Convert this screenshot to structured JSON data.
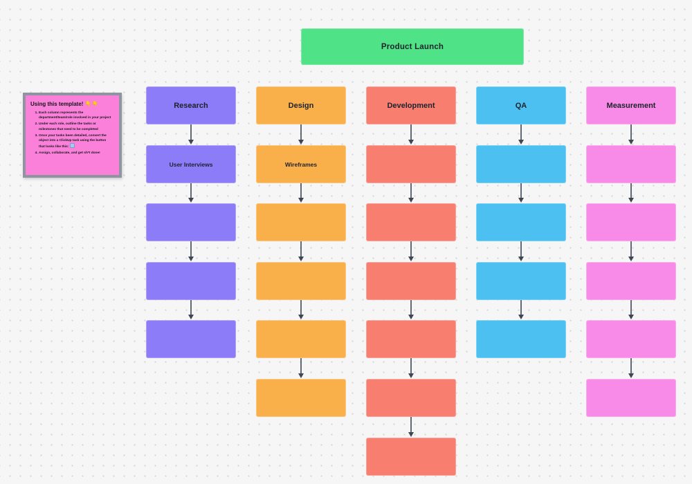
{
  "board": {
    "background_color": "#f6f6f7",
    "dot_grid_color": "#d7d7da",
    "arrow_color": "#3e4653",
    "text_color": "#1e222b"
  },
  "title_card": {
    "label": "Product Launch",
    "color": "#50e287"
  },
  "sticky_note": {
    "title": "Using this template! 👇👇",
    "fill_color": "#fb80d9",
    "frame_color": "#8e95a1",
    "items": [
      "Each column represents the department/team/role involved in your project",
      "Under each role, outline the tasks or milestones that need to be completed",
      "Once your tasks been detailed, convert the object into a ClickUp task using the button that looks like this:",
      "Assign, collaborate, and get sh*t done!"
    ]
  },
  "columns": [
    {
      "label": "Research",
      "color": "#8c7cf8",
      "boxes": [
        "Research",
        "User Interviews",
        "",
        "",
        ""
      ]
    },
    {
      "label": "Design",
      "color": "#f9b04b",
      "boxes": [
        "Design",
        "Wireframes",
        "",
        "",
        "",
        ""
      ]
    },
    {
      "label": "Development",
      "color": "#f87e70",
      "boxes": [
        "Development",
        "",
        "",
        "",
        "",
        "",
        ""
      ]
    },
    {
      "label": "QA",
      "color": "#4bc0f1",
      "boxes": [
        "QA",
        "",
        "",
        "",
        ""
      ]
    },
    {
      "label": "Measurement",
      "color": "#f98be8",
      "boxes": [
        "Measurement",
        "",
        "",
        "",
        "",
        ""
      ]
    }
  ]
}
